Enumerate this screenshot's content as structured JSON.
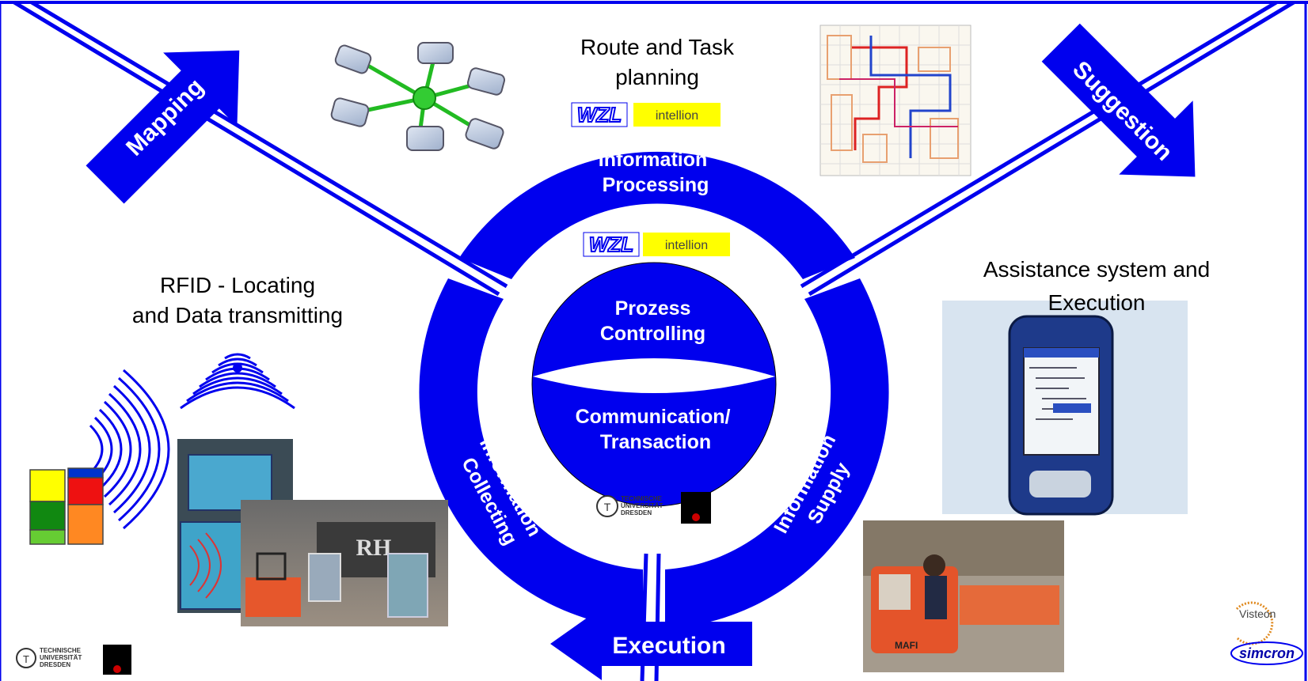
{
  "titles": {
    "route": [
      "Route and  Task",
      "planning"
    ],
    "rfid": [
      "RFID - Locating",
      "and Data transmitting"
    ],
    "assist": [
      "Assistance system and",
      "Execution"
    ]
  },
  "arrows": {
    "mapping": "Mapping",
    "suggestion": "Suggestion",
    "execution": "Execution"
  },
  "ring": {
    "processing": [
      "Information",
      "Processing"
    ],
    "collecting": [
      "Information",
      "Collecting"
    ],
    "supply": [
      "Information",
      "Supply"
    ]
  },
  "center": {
    "upper": [
      "Prozess",
      "Controlling"
    ],
    "lower": [
      "Communication/",
      "Transaction"
    ]
  },
  "logos": {
    "wzl": "WZL",
    "intellion": "intellion",
    "tud": [
      "TECHNISCHE",
      "UNIVERSITÄT",
      "DRESDEN"
    ],
    "visteon": "Visteon",
    "simcron": "simcron"
  },
  "photos": {
    "rh_sign": "RH",
    "cart_label": "MAFI"
  },
  "colors": {
    "blue": "#0000ee",
    "yellow": "#ffff00"
  }
}
